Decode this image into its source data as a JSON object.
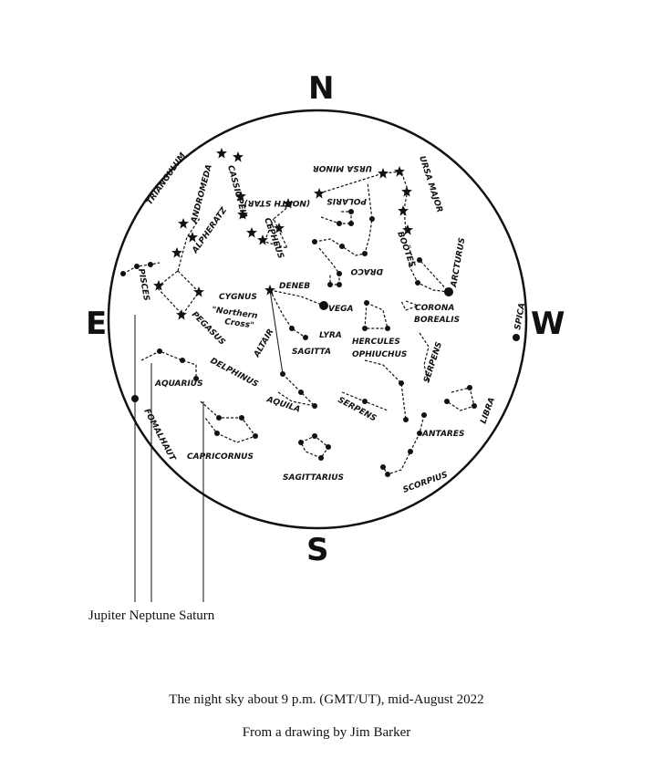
{
  "compass": {
    "north": "N",
    "south": "S",
    "east": "E",
    "west": "W"
  },
  "constellations": {
    "triangulum": "TRIANGULUM",
    "andromeda": "ANDROMEDA",
    "cassiopeia": "CASSIOPEIA",
    "ursa_minor": "URSA MINOR",
    "north_star": "(NORTH STAR)",
    "polaris": "POLARIS",
    "cepheus": "CEPHEUS",
    "ursa_major": "URSA MAJOR",
    "alpheratz": "ALPHERATZ",
    "pisces": "PISCES",
    "draco": "DRACO",
    "bootes": "BOÖTES",
    "arcturus": "ARCTURUS",
    "cygnus": "CYGNUS",
    "northern": "\"Northern",
    "cross": "Cross\"",
    "deneb": "DENEB",
    "vega": "VEGA",
    "pegasus": "PEGASUS",
    "corona": "CORONA",
    "borealis": "BOREALIS",
    "spica": "SPICA",
    "lyra": "LYRA",
    "hercules": "HERCULES",
    "ophiuchus": "OPHIUCHUS",
    "altair": "ALTAIR",
    "sagitta": "SAGITTA",
    "delphinus": "DELPHINUS",
    "serpens_caput": "SERPENS",
    "serpens_cauda": "SERPENS",
    "aquarius": "AQUARIUS",
    "fomalhaut": "FOMALHAUT",
    "aquila": "AQUILA",
    "libra": "LIBRA",
    "antares": "ANTARES",
    "capricornus": "CAPRICORNUS",
    "scorpius": "SCORPIUS",
    "sagittarius": "SAGITTARIUS"
  },
  "planets_label": "Jupiter Neptune Saturn",
  "caption": "The night sky about 9 p.m.  (GMT/UT), mid-August 2022",
  "credit": "From a drawing by Jim Barker"
}
